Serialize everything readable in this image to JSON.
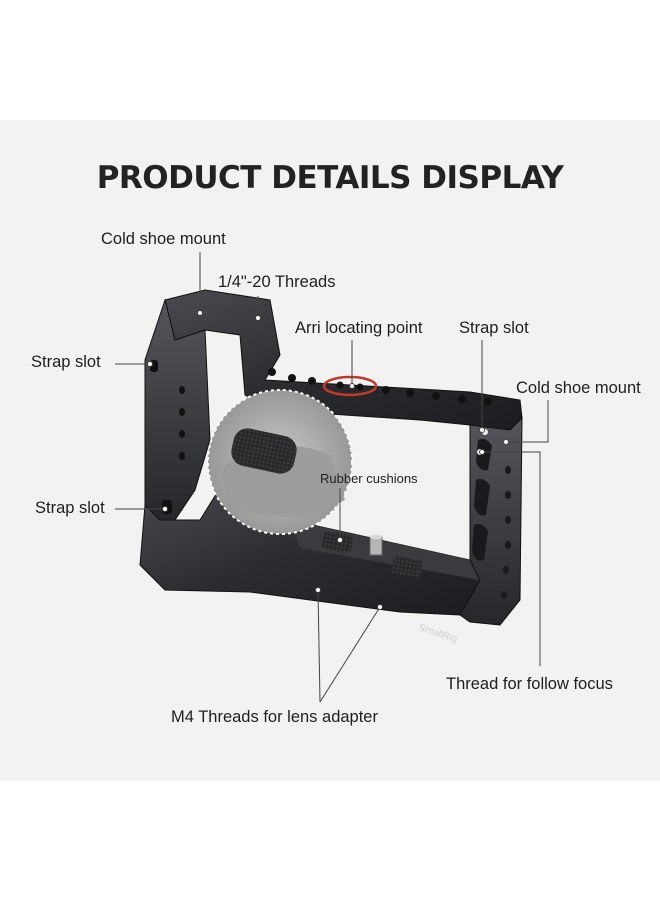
{
  "title": "PRODUCT DETAILS DISPLAY",
  "callouts": {
    "cold_shoe_mount_left": "Cold shoe mount",
    "threads_quarter_20": "1/4\"-20 Threads",
    "arri_locating_point": "Arri locating point",
    "strap_slot_top_right": "Strap slot",
    "cold_shoe_mount_right": "Cold shoe mount",
    "strap_slot_left_upper": "Strap slot",
    "strap_slot_left_lower": "Strap slot",
    "rubber_cushions": "Rubber cushions",
    "thread_follow_focus": "Thread for follow focus",
    "m4_threads_lens_adapter": "M4 Threads for lens adapter"
  },
  "brand_engraving": "SmallRig",
  "colors": {
    "panel_bg": "#f2f2f2",
    "cage_metal": "#2e2f33",
    "arri_highlight": "#c0392b",
    "leader_line": "#444444"
  }
}
